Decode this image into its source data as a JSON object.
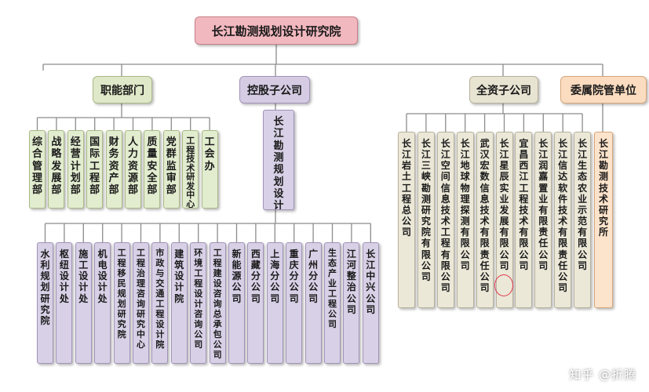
{
  "root": {
    "label": "长江勘测规划设计研究院"
  },
  "groups": [
    {
      "id": "functional",
      "label": "职能部门",
      "color": "green",
      "children": [
        "综合管理部",
        "战略发展部",
        "经营计划部",
        "国际工程部",
        "财务资产部",
        "人力资源部",
        "质量安全部",
        "党群监审部",
        "工程技术研发中心",
        "工会办"
      ]
    },
    {
      "id": "holding",
      "label": "控股子公司",
      "color": "lilac",
      "children": [
        "长江勘测规划设计研究有限责任公司"
      ],
      "sub_children": [
        "水利规划研究院",
        "枢纽设计处",
        "施工设计处",
        "机电设计处",
        "工程移民规划研究院",
        "工程治理咨询研究中心",
        "市政与交通工程设计院",
        "建筑设计院",
        "环境工程设计咨询公司",
        "工程建设咨询总承包公司",
        "新能源公司",
        "西藏分公司",
        "上海分公司",
        "重庆分公司",
        "广州分公司",
        "生态产业工程公司",
        "江河整治公司",
        "长江中兴公司"
      ]
    },
    {
      "id": "wholly",
      "label": "全资子公司",
      "color": "beige",
      "children": [
        "长江岩土工程总公司",
        "长江三峡勘测研究院有限公司",
        "长江空间信息技术工程有限公司",
        "长江地球物理探测有限公司",
        "武汉宏数信息技术有限责任公司",
        "长江星辰实业发展有限公司",
        "宜昌西江工程技术有限公司",
        "长江润嘉置业有限责任公司",
        "长江信达软件技术有限责任公司",
        "长江生态农业示范有限公司"
      ]
    },
    {
      "id": "affiliated",
      "label": "委属院管单位",
      "color": "orange",
      "children": [
        "长江勘测技术研究所"
      ]
    }
  ],
  "watermark": "知乎 @折腾",
  "colors": {
    "line": "#8c8c8c",
    "highlight": "#e0364a",
    "root": "#f2b8bf"
  }
}
